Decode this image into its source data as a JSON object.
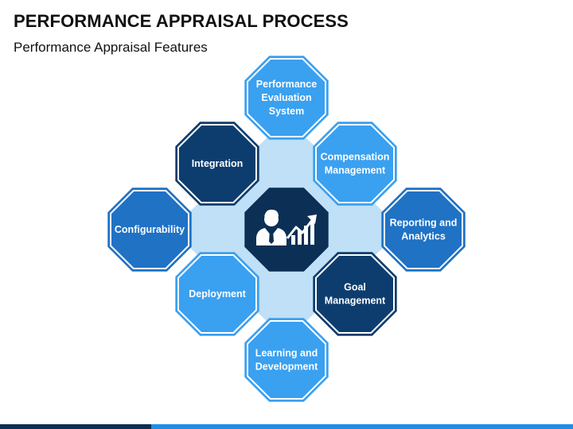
{
  "slide": {
    "title": "PERFORMANCE APPRAISAL PROCESS",
    "subtitle": "Performance Appraisal Features"
  },
  "center": {
    "icon": "businessman-growth-chart-icon"
  },
  "colors": {
    "light": "#3aa0f0",
    "mid": "#1f72c4",
    "dark": "#0d3d6e",
    "center": "#0c2f55",
    "connector": "#bfe0f6",
    "footer_dark": "#0c2f55",
    "footer_light": "#1f8ee6"
  },
  "nodes": [
    {
      "id": "performance-evaluation-system",
      "lines": [
        "Performance",
        "Evaluation",
        "System"
      ],
      "shade": "light"
    },
    {
      "id": "integration",
      "lines": [
        "Integration"
      ],
      "shade": "dark"
    },
    {
      "id": "compensation-management",
      "lines": [
        "Compensation",
        "Management"
      ],
      "shade": "light"
    },
    {
      "id": "configurability",
      "lines": [
        "Configurability"
      ],
      "shade": "mid"
    },
    {
      "id": "reporting-and-analytics",
      "lines": [
        "Reporting and",
        "Analytics"
      ],
      "shade": "mid"
    },
    {
      "id": "deployment",
      "lines": [
        "Deployment"
      ],
      "shade": "light"
    },
    {
      "id": "goal-management",
      "lines": [
        "Goal",
        "Management"
      ],
      "shade": "dark"
    },
    {
      "id": "learning-and-development",
      "lines": [
        "Learning and",
        "Development"
      ],
      "shade": "light"
    }
  ]
}
